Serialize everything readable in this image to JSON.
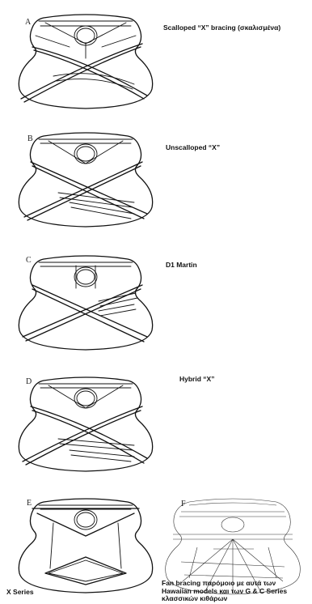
{
  "diagrams": [
    {
      "letter": "A",
      "caption": "Scalloped “X” bracing (σκαλισμένα)"
    },
    {
      "letter": "B",
      "caption": "Unscalloped “X”"
    },
    {
      "letter": "C",
      "caption": "D1 Martin"
    },
    {
      "letter": "D",
      "caption": "Hybrid “X”"
    },
    {
      "letter": "E",
      "caption": "X Series"
    },
    {
      "letter": "F",
      "caption": "Fan bracing παρόμοιο με αυτά των Hawaiian models και των G & C Series κλασσικών κιθάρων"
    }
  ]
}
